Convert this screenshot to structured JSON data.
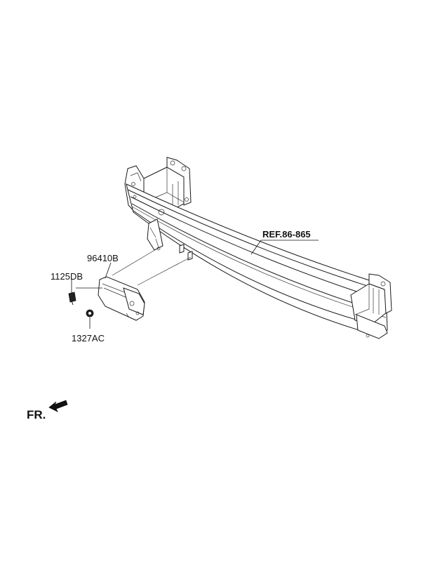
{
  "labels": {
    "ref": "REF.86-865",
    "sensor": "96410B",
    "bolt": "1125DB",
    "nut": "1327AC",
    "front": "FR."
  }
}
